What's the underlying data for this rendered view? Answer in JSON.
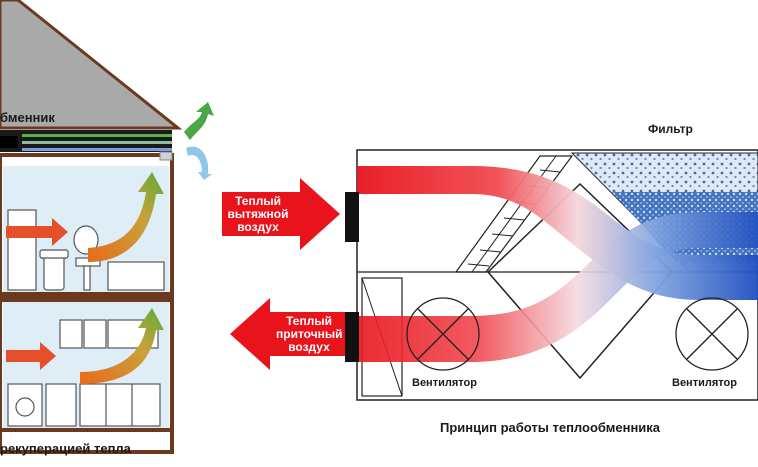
{
  "house": {
    "roof_label": "бменник",
    "caption": "рекуперацией тепла"
  },
  "left_arrows": {
    "exhaust_label": "Теплый вытяжной воздух",
    "supply_label": "Теплый приточный воздух"
  },
  "exchanger": {
    "filter_label": "Фильтр",
    "fan_left_label": "Вентилятор",
    "fan_right_label": "Вентилятор",
    "caption": "Принцип работы теплообменника"
  },
  "colors": {
    "warm": "#e8131b",
    "cool": "#1f5fc8",
    "roof": "#a9a9a9",
    "wall": "#6b3a1e",
    "filter_dots": "#3a6fb0"
  }
}
